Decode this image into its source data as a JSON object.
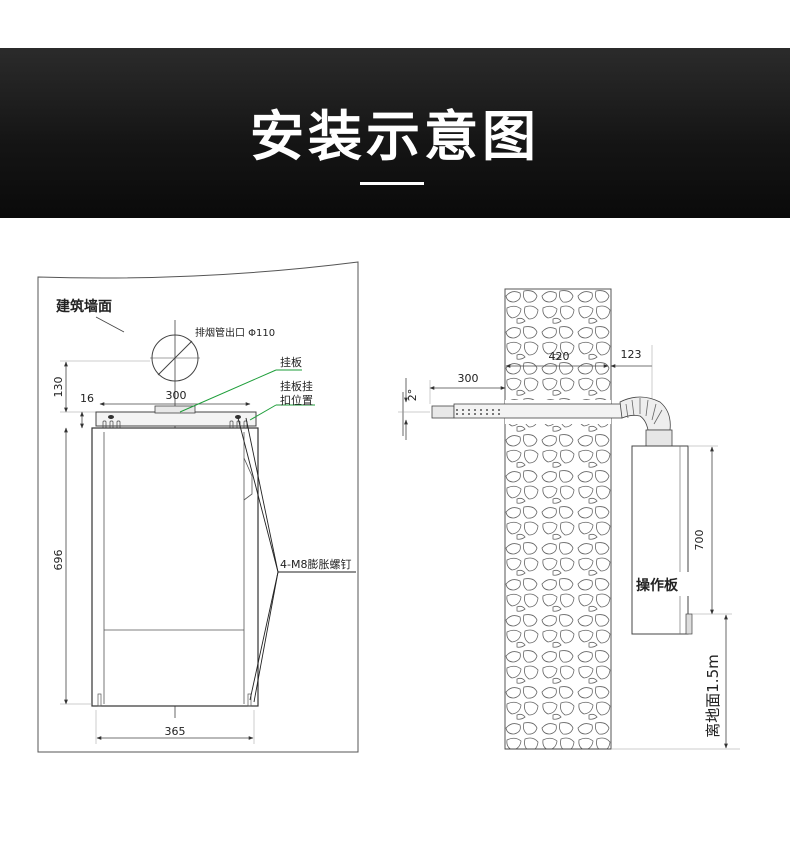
{
  "header": {
    "title": "安装示意图"
  },
  "left_diagram": {
    "wall_label": "建筑墙面",
    "flue_outlet_label": "排烟管出口 Φ110",
    "hanger_plate_label": "挂板",
    "hanger_position_label": [
      "挂板挂",
      "扣位置"
    ],
    "bolts_label": "4-M8膨胀螺钉",
    "dimensions": {
      "top_offset": "130",
      "side_offset": "16",
      "flue_offset": "300",
      "height": "696",
      "width": "365"
    }
  },
  "right_diagram": {
    "dimensions": {
      "wall_depth": "420",
      "clearance": "123",
      "pipe_length": "300",
      "slope": "2°",
      "height": "700"
    },
    "control_panel_label": "操作板",
    "floor_height_label": "离地面1.5m"
  }
}
